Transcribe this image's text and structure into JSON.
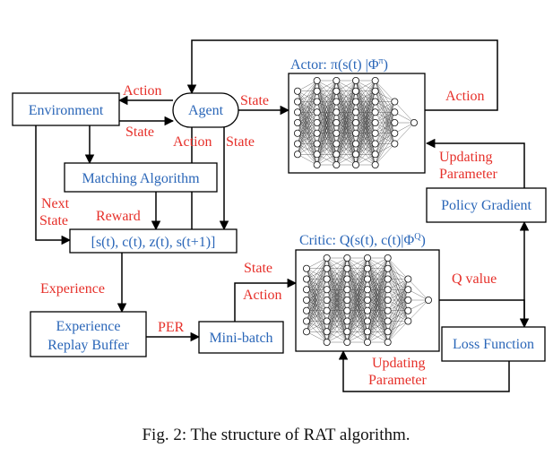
{
  "boxes": {
    "environment": "Environment",
    "agent": "Agent",
    "matching": "Matching Algorithm",
    "tuple": "[s(t), c(t), z(t), s(t+1)]",
    "replay_line1": "Experience",
    "replay_line2": "Replay Buffer",
    "minibatch": "Mini-batch",
    "policy_gradient": "Policy Gradient",
    "loss_function": "Loss Function"
  },
  "network_titles": {
    "actor": "Actor: π(s(t) |Φ",
    "actor_sup": "π",
    "actor_close": ")",
    "critic": "Critic: Q(s(t), c(t)|Φ",
    "critic_sup": "Q",
    "critic_close": ")"
  },
  "edge_labels": {
    "action_env": "Action",
    "state_env": "State",
    "state_agent_actor": "State",
    "action_down": "Action",
    "state_down": "State",
    "next_state_1": "Next",
    "next_state_2": "State",
    "reward": "Reward",
    "experience": "Experience",
    "per": "PER",
    "state_critic": "State",
    "action_critic": "Action",
    "action_loop": "Action",
    "updating_top_1": "Updating",
    "updating_top_2": "Parameter",
    "q_value": "Q value",
    "updating_bottom_1": "Updating",
    "updating_bottom_2": "Parameter"
  },
  "caption": "Fig. 2: The structure of RAT algorithm.",
  "colors": {
    "box_text": "#2a66b8",
    "edge_label": "#e6302a",
    "lines": "#000000"
  }
}
